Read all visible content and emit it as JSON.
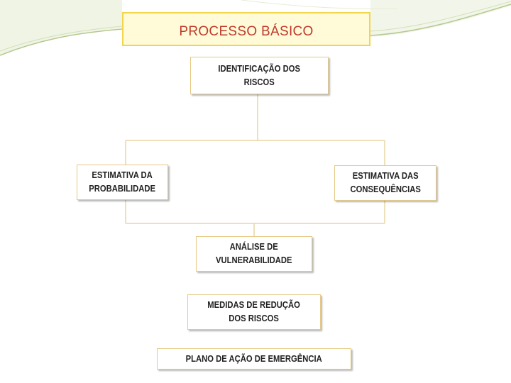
{
  "slide": {
    "title": "PROCESSO BÁSICO",
    "colors": {
      "title_text": "#c0392b",
      "title_fill": "#fffbd8",
      "title_border": "#f2d54a",
      "node_border": "#e7c985",
      "connector": "#e8d6a4",
      "decor_green": "#b5c98f"
    }
  },
  "diagram": {
    "nodes": [
      {
        "id": "identificacao",
        "text": "IDENTIFICAÇÃO DOS\nRISCOS"
      },
      {
        "id": "probabilidade",
        "text": "ESTIMATIVA DA\nPROBABILIDADE"
      },
      {
        "id": "consequencias",
        "text": "ESTIMATIVA DAS\nCONSEQUÊNCIAS"
      },
      {
        "id": "vulnerabilidade",
        "text": "ANÁLISE DE\nVULNERABILIDADE"
      },
      {
        "id": "reducao",
        "text": "MEDIDAS DE REDUÇÃO\nDOS RISCOS"
      },
      {
        "id": "plano",
        "text": "PLANO DE AÇÃO DE EMERGÊNCIA"
      }
    ]
  }
}
